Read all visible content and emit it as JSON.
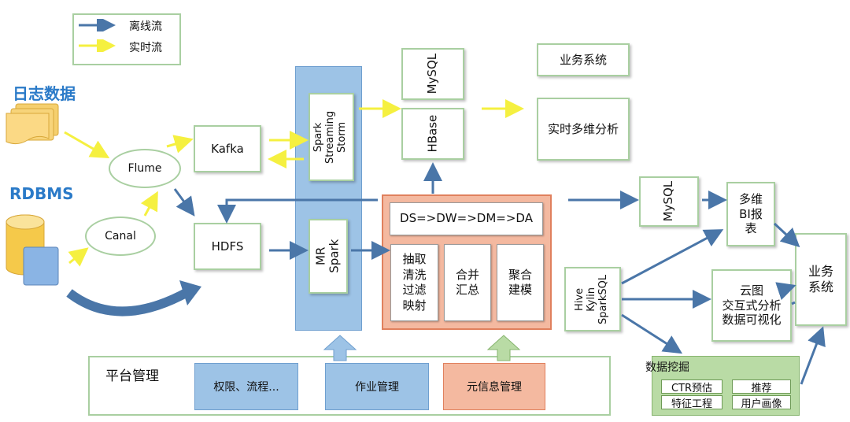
{
  "legend": {
    "offline": "离线流",
    "realtime": "实时流"
  },
  "sources": {
    "logs": "日志数据",
    "rdbms": "RDBMS"
  },
  "nodes": {
    "flume": "Flume",
    "canal": "Canal",
    "kafka": "Kafka",
    "hdfs": "HDFS",
    "spark_streaming": "Spark\nStreaming\nStorm",
    "mr_spark": "MR\nSpark",
    "mysql_top": "MySQL",
    "hbase": "HBase",
    "biz_system_top": "业务系统",
    "realtime_olap": "实时多维分析",
    "dw_flow": "DS=>DW=>DM=>DA",
    "extract": "抽取\n清洗\n过滤\n映射",
    "merge": "合并\n汇总",
    "aggregate": "聚合\n建模",
    "mysql_right": "MySQL",
    "multi_bi": "多维\nBI报\n表",
    "hive": "Hive\nKylin\nSparkSQL",
    "cloud_chart": "云图\n交互式分析\n数据可视化",
    "biz_system_right": "业务\n系统"
  },
  "platform": {
    "title": "平台管理",
    "permissions": "权限、流程...",
    "job_mgmt": "作业管理",
    "meta_mgmt": "元信息管理"
  },
  "mining": {
    "title": "数据挖掘",
    "ctr": "CTR预估",
    "recommend": "推荐",
    "feature": "特征工程",
    "user_portrait": "用户画像"
  },
  "colors": {
    "offline_arrow": "#4a76a8",
    "realtime_arrow": "#f5f040",
    "box_border": "#a9cfa1",
    "column_blue": "#9dc3e6",
    "dw_panel": "#f4b9a0",
    "platform_job": "#9dc3e6",
    "platform_meta": "#f4b9a0",
    "mining_bg": "#b9dba5",
    "title_blue": "#2a7ac8"
  }
}
